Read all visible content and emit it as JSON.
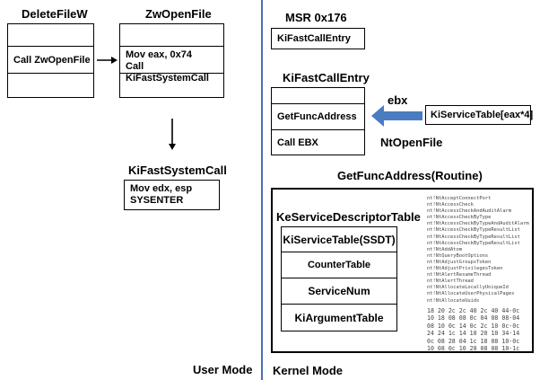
{
  "user_mode": {
    "label": "User Mode",
    "deletefile": {
      "title": "DeleteFileW",
      "call": "Call ZwOpenFile"
    },
    "zwopenfile": {
      "title": "ZwOpenFile",
      "line1": "Mov eax, 0x74",
      "line2": "Call KiFastSystemCall"
    },
    "kifastsystemcall": {
      "title": "KiFastSystemCall",
      "line1": "Mov edx, esp",
      "line2": "SYSENTER"
    }
  },
  "kernel_mode": {
    "label": "Kernel Mode",
    "msr": {
      "title": "MSR 0x176",
      "entry": "KiFastCallEntry"
    },
    "kifastcallentry": {
      "title": "KiFastCallEntry",
      "row1": "GetFuncAddress",
      "row2": "Call EBX"
    },
    "ebx_label": "ebx",
    "service_table_box": "KiServiceTable[eax*4]",
    "ntopenfile": "NtOpenFile",
    "getfunc_title": "GetFuncAddress(Routine)",
    "sdt": {
      "title": "KeServiceDescriptorTable",
      "rows": [
        "KiServiceTable(SSDT)",
        "CounterTable",
        "ServiceNum",
        "KiArgumentTable"
      ]
    },
    "service_list": [
      "nt!NtAcceptConnectPort",
      "nt!NtAccessCheck",
      "nt!NtAccessCheckAndAuditAlarm",
      "nt!NtAccessCheckByType",
      "nt!NtAccessCheckByTypeAndAuditAlarm",
      "nt!NtAccessCheckByTypeResultList",
      "nt!NtAccessCheckByTypeResultList",
      "nt!NtAccessCheckByTypeResultList",
      "nt!NtAddAtom",
      "nt!NtQueryBootOptions",
      "nt!NtAdjustGroupsToken",
      "nt!NtAdjustPrivilegesToken",
      "nt!NtAlertResumeThread",
      "nt!NtAlertThread",
      "nt!NtAllocateLocallyUniqueId",
      "nt!NtAllocateUserPhysicalPages",
      "nt!NtAllocateUuids"
    ],
    "hex_rows": [
      "18 20 2c 2c 40 2c 40 44-0c",
      "10 18 08 08 0c 04 08 08-04",
      "08 10 0c 14 0c 2c 10 0c-0c",
      "24 24 1c 14 10 20 10 34-14",
      "0c 08 28 04 1c 18 08 10-0c",
      "10 08 0c 10 28 08 08 10-1c"
    ]
  }
}
